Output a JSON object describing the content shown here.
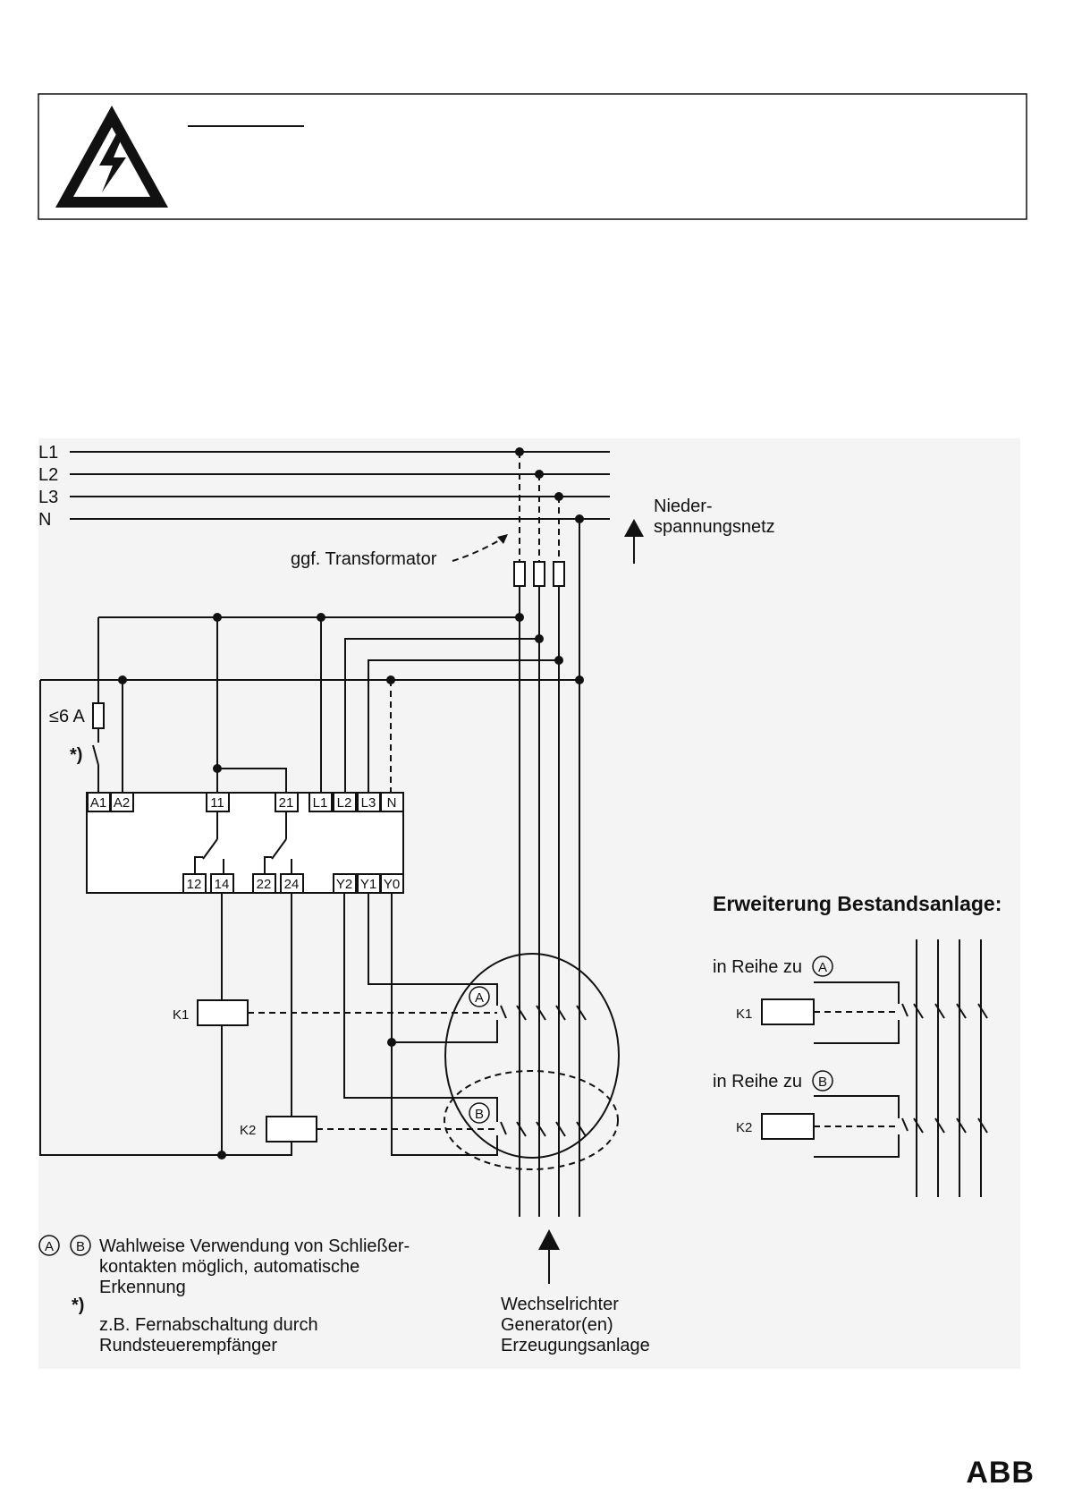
{
  "warning_box": {
    "heading": "",
    "icon": "high-voltage-warning-icon"
  },
  "bus_labels": [
    "L1",
    "L2",
    "L3",
    "N"
  ],
  "grid_label": {
    "line1": "Nieder-",
    "line2": "spannungsnetz"
  },
  "transformer_label": "ggf. Transformator",
  "fuse_label": "≤6 A",
  "star_label": "*)",
  "top_terminals": [
    "A1",
    "A2",
    "11",
    "21",
    "L1",
    "L2",
    "L3",
    "N"
  ],
  "bottom_terminals": [
    "12",
    "14",
    "22",
    "24",
    "Y2",
    "Y1",
    "Y0"
  ],
  "relays": [
    "K1",
    "K2"
  ],
  "circle_labels": [
    "A",
    "B"
  ],
  "extension": {
    "title": "Erweiterung Bestandsanlage:",
    "series_a": "in Reihe zu",
    "series_b": "in Reihe zu",
    "k1": "K1",
    "k2": "K2"
  },
  "legend": {
    "ab_line1": "Wahlweise Verwendung von Schließer-",
    "ab_line2": "kontakten möglich, automatische",
    "ab_line3": "Erkennung",
    "star": "*)",
    "star_line1": "z.B. Fernabschaltung durch",
    "star_line2": "Rundsteuerempfänger"
  },
  "generator": {
    "line1": "Wechselrichter",
    "line2": "Generator(en)",
    "line3": "Erzeugungsanlage"
  },
  "logo": "ABB"
}
